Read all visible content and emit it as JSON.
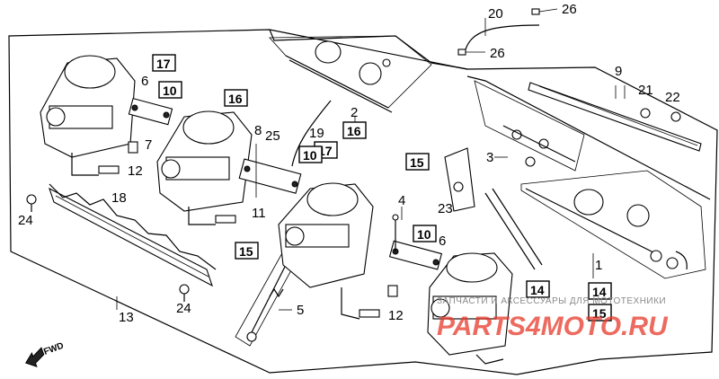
{
  "callouts": {
    "n1": "1",
    "n2": "2",
    "n3": "3",
    "n4": "4",
    "n5": "5",
    "n6a": "6",
    "n6b": "6",
    "n7": "7",
    "n8": "8",
    "n9": "9",
    "n10a": "10",
    "n10b": "10",
    "n10c": "10",
    "n11": "11",
    "n12a": "12",
    "n12b": "12",
    "n13": "13",
    "n14a": "14",
    "n14b": "14",
    "n15a": "15",
    "n15b": "15",
    "n15c": "15",
    "n16a": "16",
    "n16b": "16",
    "n17a": "17",
    "n17b": "17",
    "n18": "18",
    "n19": "19",
    "n20": "20",
    "n21": "21",
    "n22": "22",
    "n23": "23",
    "n24a": "24",
    "n24b": "24",
    "n25": "25",
    "n26a": "26",
    "n26b": "26"
  },
  "fwd_label": "FWD",
  "watermark": {
    "small_text": "ЗАПЧАСТИ И АКСЕССУАРЫ ДЛЯ МОТОТЕХНИКИ",
    "big_text": "PARTS4MOTO.RU",
    "color": "#e8392a"
  }
}
